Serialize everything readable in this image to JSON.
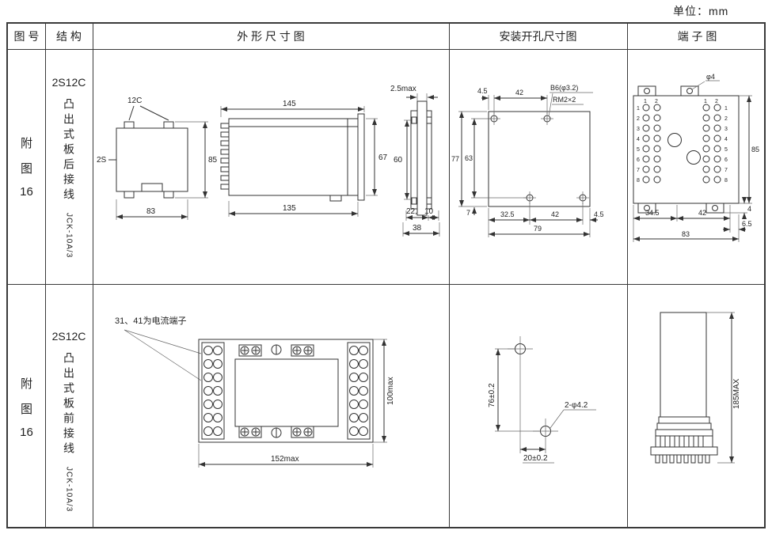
{
  "page": {
    "unit_label": "单位：mm"
  },
  "header": {
    "col_fig": "图 号",
    "col_struct": "结 构",
    "col_outline": "外 形 尺 寸 图",
    "col_mounting": "安装开孔尺寸图",
    "col_terminal": "端 子 图"
  },
  "row1": {
    "fig_lines": [
      "附",
      "图",
      "16"
    ],
    "model": "2S12C",
    "structure_text": "凸出式板后接线",
    "code": "JCK-10A/3",
    "outline": {
      "label_12c": "12C",
      "label_2s": "2S",
      "dim_83": "83",
      "dim_85": "85",
      "dim_145": "145",
      "dim_135": "135",
      "dim_67": "67",
      "dim_25max": "2.5max",
      "dim_60": "60",
      "dim_22": "22,",
      "dim_10": "10",
      "dim_38": "38"
    },
    "mounting": {
      "dim_45_left": "4.5",
      "dim_42_top": "42",
      "label_b6": "B6(φ3.2)",
      "label_rm2": "RM2×2",
      "dim_77": "77",
      "dim_63": "63",
      "dim_7": "7",
      "dim_325": "32.5",
      "dim_42_bottom": "42",
      "dim_45_right": "4.5",
      "dim_79": "79"
    },
    "terminal": {
      "label_phi4": "φ4",
      "col_headers": [
        "1",
        "2"
      ],
      "rows": [
        "1",
        "2",
        "3",
        "4",
        "5",
        "6",
        "7",
        "8"
      ],
      "dim_85": "85",
      "dim_345": "34.5",
      "dim_42": "42",
      "dim_65": "6.5",
      "dim_83": "83",
      "dim_4": "4"
    }
  },
  "row2": {
    "fig_lines": [
      "附",
      "图",
      "16"
    ],
    "model": "2S12C",
    "structure_text": "凸出式板前接线",
    "code": "JCK-10A/3",
    "outline": {
      "note": "31、41为电流端子",
      "dim_100max": "100max",
      "dim_152max": "152max"
    },
    "mounting": {
      "dim_76": "76±0.2",
      "label_holes": "2-φ4.2",
      "dim_20": "20±0.2"
    },
    "terminal": {
      "dim_185max": "185MAX"
    }
  }
}
